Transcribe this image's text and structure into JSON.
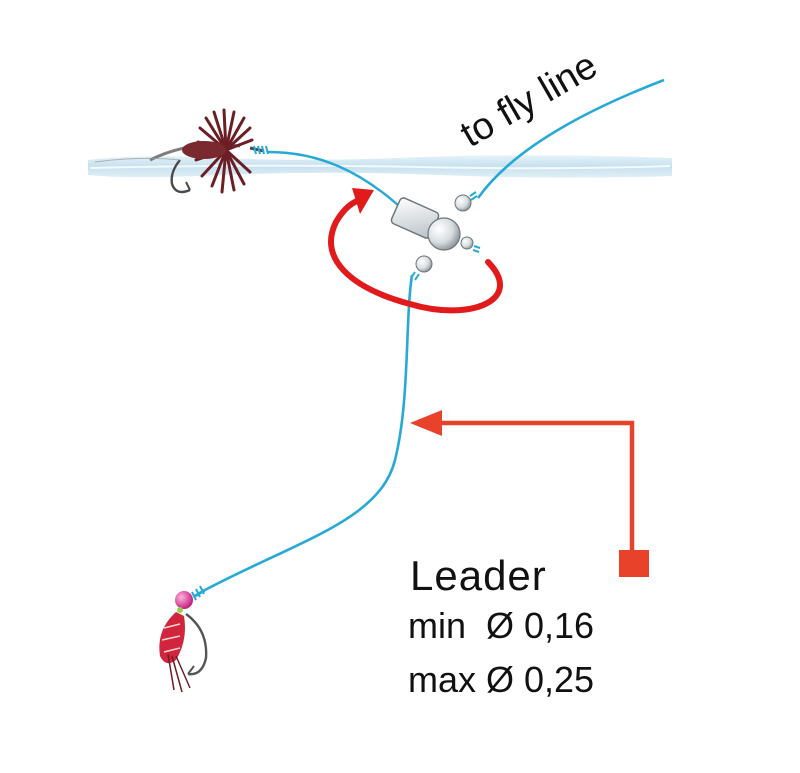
{
  "labels": {
    "to_fly_line": "to fly line",
    "leader_title": "Leader",
    "leader_min": "min  Ø 0,16",
    "leader_max": "max Ø 0,25"
  },
  "colors": {
    "line": "#27a9d6",
    "water": "#cfe6f2",
    "arrow": "#e8432a",
    "rotation": "#e11b1b",
    "dry_fly": "#6b1f24",
    "nymph_body": "#d0253c",
    "bead": "#e0449a"
  },
  "icons": {
    "dry_fly": "dry-fly-icon",
    "nymph": "nymph-icon",
    "swivel": "swivel-icon",
    "rotation": "rotation-arrow-icon"
  }
}
